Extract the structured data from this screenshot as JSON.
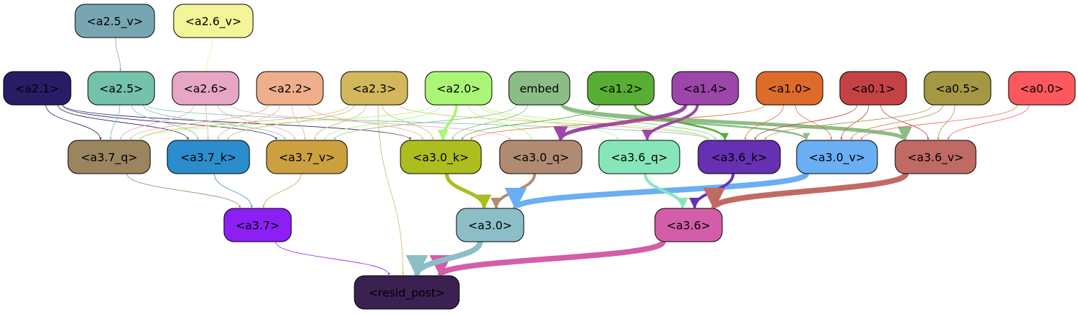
{
  "nodes": [
    {
      "id": "resid_post",
      "label": "<resid_post>",
      "fill": "#3b2152",
      "text": "#000000"
    },
    {
      "id": "a3.7",
      "label": "<a3.7>",
      "fill": "#8b1ff4",
      "text": "#000000"
    },
    {
      "id": "a3.0",
      "label": "<a3.0>",
      "fill": "#8cbec8",
      "text": "#000000"
    },
    {
      "id": "a3.6",
      "label": "<a3.6>",
      "fill": "#d45da9",
      "text": "#000000"
    },
    {
      "id": "a3.7_q",
      "label": "<a3.7_q>",
      "fill": "#9a855f",
      "text": "#000000"
    },
    {
      "id": "a3.7_k",
      "label": "<a3.7_k>",
      "fill": "#2c8dcd",
      "text": "#000000"
    },
    {
      "id": "a3.7_v",
      "label": "<a3.7_v>",
      "fill": "#cc9f3f",
      "text": "#000000"
    },
    {
      "id": "a3.0_k",
      "label": "<a3.0_k>",
      "fill": "#abbe1e",
      "text": "#000000"
    },
    {
      "id": "a3.0_q",
      "label": "<a3.0_q>",
      "fill": "#b08b71",
      "text": "#000000"
    },
    {
      "id": "a3.6_q",
      "label": "<a3.6_q>",
      "fill": "#87e6b9",
      "text": "#000000"
    },
    {
      "id": "a3.6_k",
      "label": "<a3.6_k>",
      "fill": "#6530b1",
      "text": "#000000"
    },
    {
      "id": "a3.0_v",
      "label": "<a3.0_v>",
      "fill": "#6aaef4",
      "text": "#000000"
    },
    {
      "id": "a3.6_v",
      "label": "<a3.6_v>",
      "fill": "#c06a64",
      "text": "#000000"
    },
    {
      "id": "a2.1",
      "label": "<a2.1>",
      "fill": "#271c66",
      "text": "#000000"
    },
    {
      "id": "a2.5",
      "label": "<a2.5>",
      "fill": "#74c2ab",
      "text": "#000000"
    },
    {
      "id": "a2.6",
      "label": "<a2.6>",
      "fill": "#e7a7c4",
      "text": "#000000"
    },
    {
      "id": "a2.2",
      "label": "<a2.2>",
      "fill": "#efaf8c",
      "text": "#000000"
    },
    {
      "id": "a2.3",
      "label": "<a2.3>",
      "fill": "#d3b75d",
      "text": "#000000"
    },
    {
      "id": "a2.0",
      "label": "<a2.0>",
      "fill": "#abf677",
      "text": "#000000"
    },
    {
      "id": "embed",
      "label": "embed",
      "fill": "#8bbe85",
      "text": "#000000"
    },
    {
      "id": "a1.2",
      "label": "<a1.2>",
      "fill": "#58ae34",
      "text": "#000000"
    },
    {
      "id": "a1.4",
      "label": "<a1.4>",
      "fill": "#9b46a8",
      "text": "#000000"
    },
    {
      "id": "a1.0",
      "label": "<a1.0>",
      "fill": "#dd6b29",
      "text": "#000000"
    },
    {
      "id": "a0.1",
      "label": "<a0.1>",
      "fill": "#c44244",
      "text": "#000000"
    },
    {
      "id": "a0.5",
      "label": "<a0.5>",
      "fill": "#a59842",
      "text": "#000000"
    },
    {
      "id": "a0.0",
      "label": "<a0.0>",
      "fill": "#fb595d",
      "text": "#000000"
    },
    {
      "id": "a2.5_v",
      "label": "<a2.5_v>",
      "fill": "#77a6b2",
      "text": "#000000"
    },
    {
      "id": "a2.6_v",
      "label": "<a2.6_v>",
      "fill": "#f4f498",
      "text": "#000000"
    }
  ],
  "edges": [
    {
      "from": "a3.6",
      "to": "resid_post",
      "color": "#d45da9",
      "weight": 6
    },
    {
      "from": "a3.0",
      "to": "resid_post",
      "color": "#8cbec8",
      "weight": 6
    },
    {
      "from": "a3.7",
      "to": "resid_post",
      "color": "#8b1ff4",
      "weight": 1
    },
    {
      "from": "a2.3",
      "to": "resid_post",
      "color": "#d3b75d",
      "weight": 1
    },
    {
      "from": "a3.7_q",
      "to": "a3.7",
      "color": "#9a855f",
      "weight": 1
    },
    {
      "from": "a3.7_k",
      "to": "a3.7",
      "color": "#2c8dcd",
      "weight": 1
    },
    {
      "from": "a3.7_v",
      "to": "a3.7",
      "color": "#cc9f3f",
      "weight": 1
    },
    {
      "from": "a3.0_k",
      "to": "a3.0",
      "color": "#abbe1e",
      "weight": 4
    },
    {
      "from": "a3.0_q",
      "to": "a3.0",
      "color": "#b08b71",
      "weight": 3
    },
    {
      "from": "a3.0_v",
      "to": "a3.0",
      "color": "#6aaef4",
      "weight": 6
    },
    {
      "from": "a3.6_q",
      "to": "a3.6",
      "color": "#87e6b9",
      "weight": 3
    },
    {
      "from": "a3.6_k",
      "to": "a3.6",
      "color": "#6530b1",
      "weight": 3
    },
    {
      "from": "a3.6_v",
      "to": "a3.6",
      "color": "#c06a64",
      "weight": 6
    },
    {
      "from": "a2.1",
      "to": "a3.7_q",
      "color": "#271c66",
      "weight": 1
    },
    {
      "from": "a2.1",
      "to": "a3.7_k",
      "color": "#271c66",
      "weight": 1
    },
    {
      "from": "a2.1",
      "to": "a3.7_v",
      "color": "#271c66",
      "weight": 1
    },
    {
      "from": "a2.1",
      "to": "a3.0_k",
      "color": "#271c66",
      "weight": 1
    },
    {
      "from": "a2.5",
      "to": "a3.7_q",
      "color": "#74c2ab",
      "weight": 1
    },
    {
      "from": "a2.5",
      "to": "a3.7_k",
      "color": "#74c2ab",
      "weight": 1
    },
    {
      "from": "a2.5",
      "to": "a3.7_v",
      "color": "#74c2ab",
      "weight": 1
    },
    {
      "from": "a2.5",
      "to": "a3.6_k",
      "color": "#74c2ab",
      "weight": 1
    },
    {
      "from": "a2.6",
      "to": "a3.7_q",
      "color": "#e7a7c4",
      "weight": 1
    },
    {
      "from": "a2.6",
      "to": "a3.7_k",
      "color": "#e7a7c4",
      "weight": 1
    },
    {
      "from": "a2.6",
      "to": "a3.7_v",
      "color": "#e7a7c4",
      "weight": 1
    },
    {
      "from": "a2.6",
      "to": "a3.0_q",
      "color": "#e7a7c4",
      "weight": 1
    },
    {
      "from": "a2.2",
      "to": "a3.7_q",
      "color": "#efaf8c",
      "weight": 1
    },
    {
      "from": "a2.2",
      "to": "a3.7_k",
      "color": "#efaf8c",
      "weight": 1
    },
    {
      "from": "a2.2",
      "to": "a3.7_v",
      "color": "#efaf8c",
      "weight": 1
    },
    {
      "from": "a2.2",
      "to": "a3.0_k",
      "color": "#efaf8c",
      "weight": 1
    },
    {
      "from": "a2.3",
      "to": "a3.7_q",
      "color": "#d3b75d",
      "weight": 1
    },
    {
      "from": "a2.3",
      "to": "a3.7_k",
      "color": "#d3b75d",
      "weight": 1
    },
    {
      "from": "a2.3",
      "to": "a3.7_v",
      "color": "#d3b75d",
      "weight": 1
    },
    {
      "from": "a2.3",
      "to": "a3.0_k",
      "color": "#d3b75d",
      "weight": 1
    },
    {
      "from": "a2.3",
      "to": "a3.6_k",
      "color": "#d3b75d",
      "weight": 1
    },
    {
      "from": "a2.0",
      "to": "a3.0_k",
      "color": "#abf677",
      "weight": 3
    },
    {
      "from": "a2.0",
      "to": "a3.7_q",
      "color": "#abf677",
      "weight": 1
    },
    {
      "from": "a2.0",
      "to": "a3.7_v",
      "color": "#abf677",
      "weight": 1
    },
    {
      "from": "a2.0",
      "to": "a3.0_q",
      "color": "#abf677",
      "weight": 1
    },
    {
      "from": "a2.0",
      "to": "a3.6_q",
      "color": "#abf677",
      "weight": 1
    },
    {
      "from": "a2.0",
      "to": "a3.6_k",
      "color": "#abf677",
      "weight": 1
    },
    {
      "from": "embed",
      "to": "a3.6_v",
      "color": "#8bbe85",
      "weight": 4
    },
    {
      "from": "embed",
      "to": "a3.0_v",
      "color": "#8bbe85",
      "weight": 2
    },
    {
      "from": "embed",
      "to": "a3.0_k",
      "color": "#8bbe85",
      "weight": 1
    },
    {
      "from": "embed",
      "to": "a3.7_v",
      "color": "#8bbe85",
      "weight": 1
    },
    {
      "from": "embed",
      "to": "a3.6_k",
      "color": "#8bbe85",
      "weight": 1
    },
    {
      "from": "a1.2",
      "to": "a3.6_k",
      "color": "#58ae34",
      "weight": 2
    },
    {
      "from": "a1.2",
      "to": "a3.0_k",
      "color": "#58ae34",
      "weight": 1
    },
    {
      "from": "a1.4",
      "to": "a3.0_q",
      "color": "#9b46a8",
      "weight": 4
    },
    {
      "from": "a1.4",
      "to": "a3.6_q",
      "color": "#9b46a8",
      "weight": 3
    },
    {
      "from": "a1.0",
      "to": "a3.6_k",
      "color": "#dd6b29",
      "weight": 1
    },
    {
      "from": "a1.0",
      "to": "a3.0_v",
      "color": "#dd6b29",
      "weight": 1
    },
    {
      "from": "a1.0",
      "to": "a3.0_k",
      "color": "#dd6b29",
      "weight": 1
    },
    {
      "from": "a0.1",
      "to": "a3.6_k",
      "color": "#c44244",
      "weight": 1
    },
    {
      "from": "a0.1",
      "to": "a3.0_v",
      "color": "#c44244",
      "weight": 1
    },
    {
      "from": "a0.1",
      "to": "a3.6_v",
      "color": "#c44244",
      "weight": 1
    },
    {
      "from": "a0.5",
      "to": "a3.6_v",
      "color": "#a59842",
      "weight": 1
    },
    {
      "from": "a0.5",
      "to": "a3.0_v",
      "color": "#a59842",
      "weight": 1
    },
    {
      "from": "a0.5",
      "to": "a3.6_k",
      "color": "#a59842",
      "weight": 1
    },
    {
      "from": "a0.0",
      "to": "a3.6_v",
      "color": "#fb595d",
      "weight": 1
    },
    {
      "from": "a0.0",
      "to": "a3.0_v",
      "color": "#fb595d",
      "weight": 1
    },
    {
      "from": "a2.5_v",
      "to": "a2.5",
      "color": "#77a6b2",
      "weight": 1
    },
    {
      "from": "a2.6_v",
      "to": "a2.6",
      "color": "#f4f498",
      "weight": 1
    }
  ]
}
